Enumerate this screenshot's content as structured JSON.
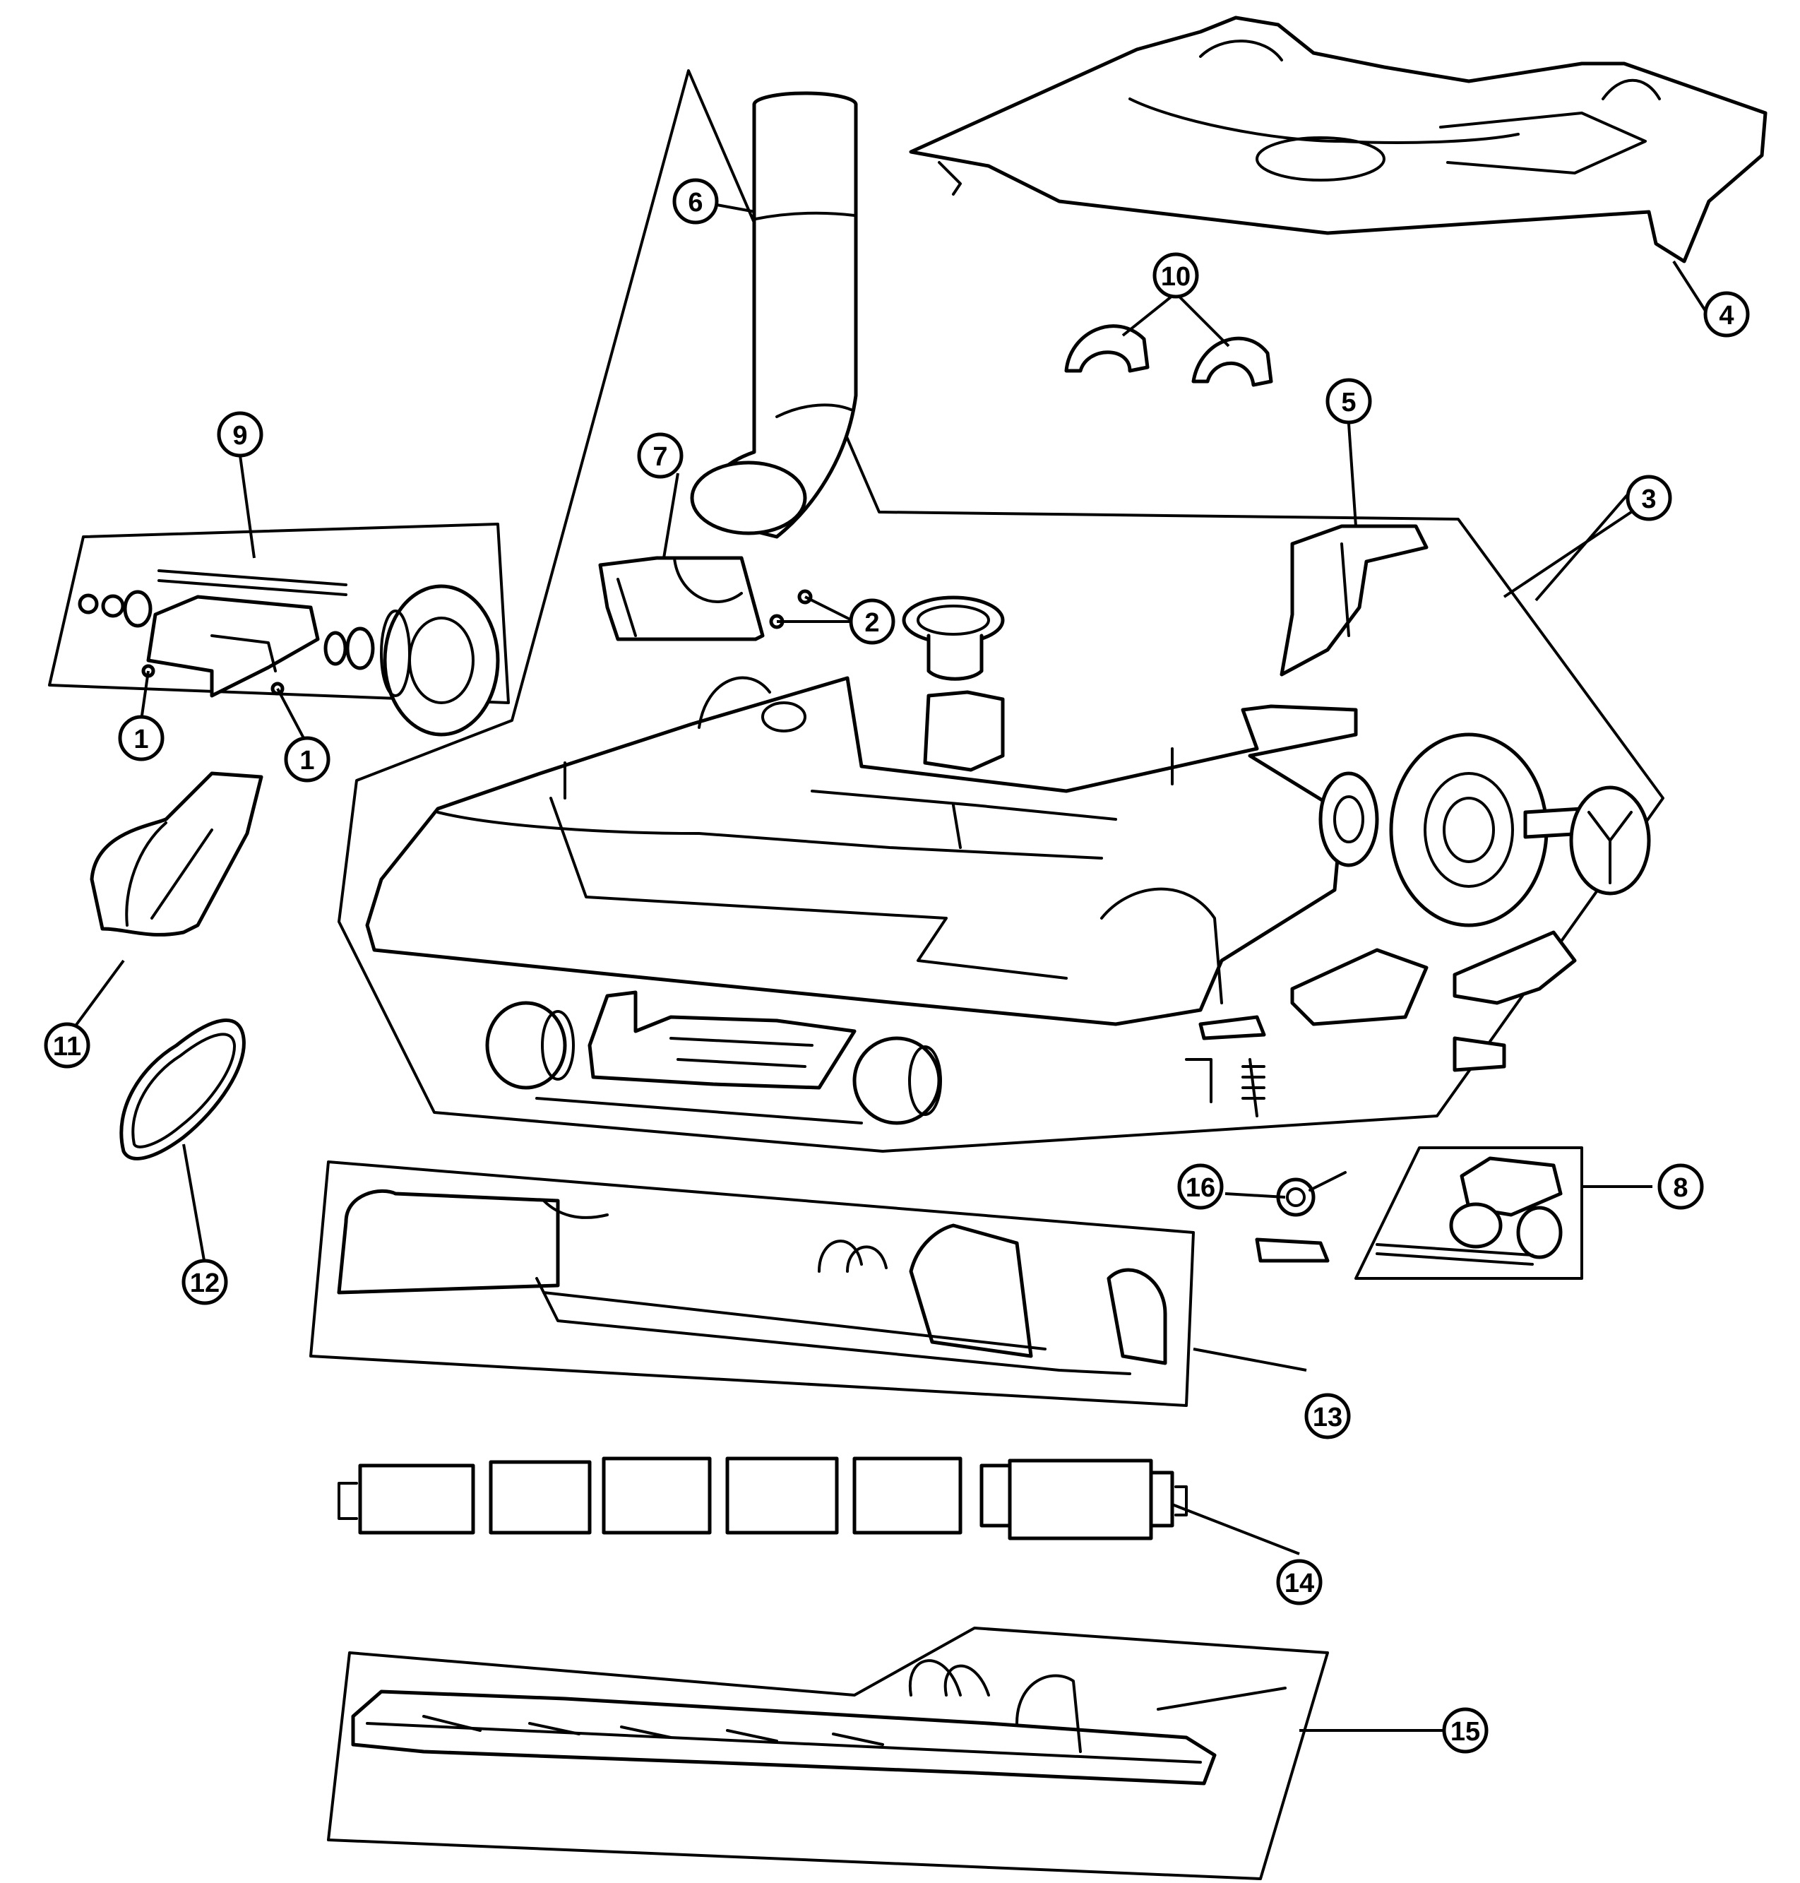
{
  "callouts": [
    {
      "id": "1a",
      "label": "1"
    },
    {
      "id": "1b",
      "label": "1"
    },
    {
      "id": "2",
      "label": "2"
    },
    {
      "id": "3",
      "label": "3"
    },
    {
      "id": "4",
      "label": "4"
    },
    {
      "id": "5",
      "label": "5"
    },
    {
      "id": "6",
      "label": "6"
    },
    {
      "id": "7",
      "label": "7"
    },
    {
      "id": "8",
      "label": "8"
    },
    {
      "id": "9",
      "label": "9"
    },
    {
      "id": "10",
      "label": "10"
    },
    {
      "id": "11",
      "label": "11"
    },
    {
      "id": "12",
      "label": "12"
    },
    {
      "id": "13",
      "label": "13"
    },
    {
      "id": "14",
      "label": "14"
    },
    {
      "id": "15",
      "label": "15"
    },
    {
      "id": "16",
      "label": "16"
    }
  ],
  "colors": {
    "line": "#000000",
    "background": "#ffffff"
  }
}
